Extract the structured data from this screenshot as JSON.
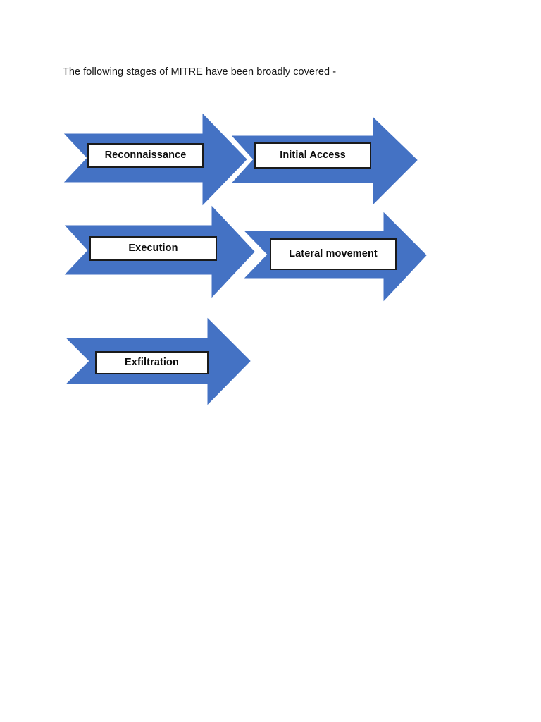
{
  "document": {
    "intro_text": "The following stages of MITRE have been broadly covered -"
  },
  "theme": {
    "arrow_fill": "#4472C4",
    "arrow_stroke": "#4472C4",
    "label_border": "#1a1a1a",
    "label_fill": "#ffffff",
    "text_color": "#0d0d0d",
    "page_background": "#ffffff"
  },
  "diagram": {
    "type": "process-flow-chevrons",
    "shape": "chevron-arrow",
    "rows": [
      {
        "row_index": 0,
        "arrows": [
          {
            "id": "reconnaissance",
            "label": "Reconnaissance",
            "order": 1
          },
          {
            "id": "initial-access",
            "label": "Initial Access",
            "order": 2
          }
        ]
      },
      {
        "row_index": 1,
        "arrows": [
          {
            "id": "execution",
            "label": "Execution",
            "order": 3
          },
          {
            "id": "lateral-movement",
            "label": "Lateral movement",
            "order": 4
          }
        ]
      },
      {
        "row_index": 2,
        "arrows": [
          {
            "id": "exfiltration",
            "label": "Exfiltration",
            "order": 5
          }
        ]
      }
    ],
    "stage_labels": [
      "Reconnaissance",
      "Initial Access",
      "Execution",
      "Lateral movement",
      "Exfiltration"
    ]
  }
}
